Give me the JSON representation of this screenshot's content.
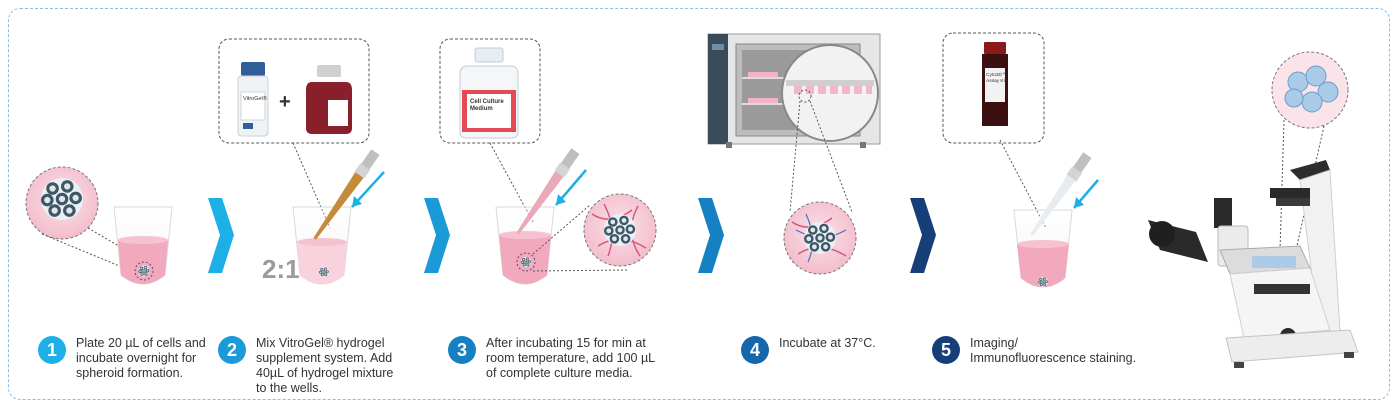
{
  "ratio_label": "2:1",
  "product_labels": {
    "vitrogel": "VitroGel®",
    "medium_line1": "Cell Culture",
    "medium_line2": "Medium",
    "kit_line1": "Cyto3D™",
    "kit_line2": "Assay Kit"
  },
  "steps": [
    {
      "number": "1",
      "color": "#1cb0e6",
      "text": [
        "Plate 20 µL of cells and",
        "incubate overnight for",
        "spheroid formation."
      ]
    },
    {
      "number": "2",
      "color": "#1a9ad6",
      "text": [
        "Mix VitroGel® hydrogel",
        "supplement system. Add",
        "40µL of hydrogel mixture",
        "to the wells."
      ]
    },
    {
      "number": "3",
      "color": "#1681c2",
      "text": [
        "After incubating 15 for min at",
        "room temperature, add 100 µL",
        "of complete culture media."
      ]
    },
    {
      "number": "4",
      "color": "#1467ab",
      "text": [
        "Incubate at 37°C."
      ]
    },
    {
      "number": "5",
      "color": "#163f7a",
      "text": [
        "Imaging/",
        "Immunofluorescence staining."
      ]
    }
  ],
  "icons": [
    "chevron-right-icon",
    "tube-icon",
    "pipette-icon",
    "arrow-icon",
    "incubator-icon",
    "microscope-icon",
    "spheroid-icon",
    "bottle-icon",
    "vial-icon"
  ]
}
